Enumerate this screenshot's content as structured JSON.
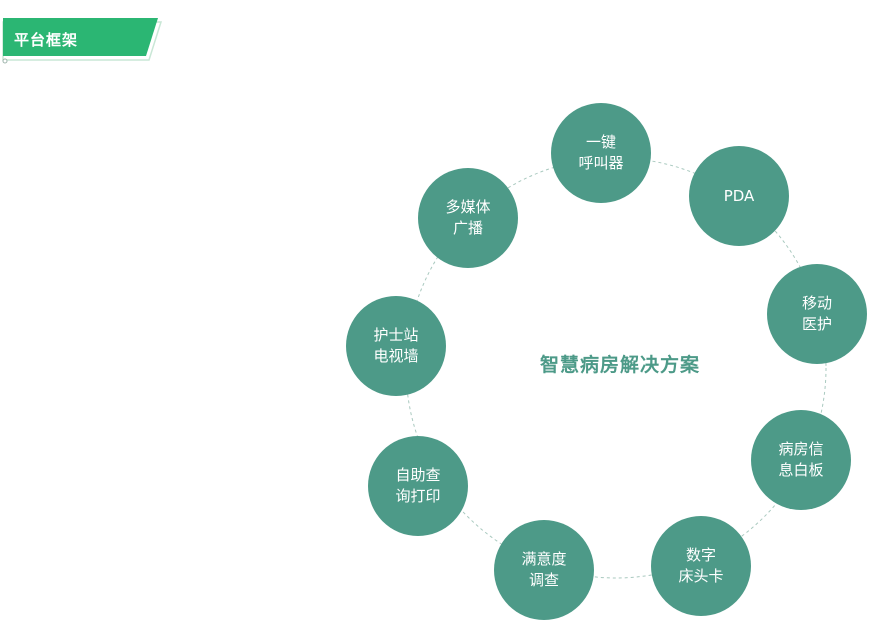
{
  "header": {
    "title": "平台框架"
  },
  "diagram": {
    "center_label": "智慧病房解决方案",
    "nodes": [
      {
        "label": "一键\n呼叫器"
      },
      {
        "label": "PDA"
      },
      {
        "label": "移动\n医护"
      },
      {
        "label": "病房信\n息白板"
      },
      {
        "label": "数字\n床头卡"
      },
      {
        "label": "满意度\n调查"
      },
      {
        "label": "自助查\n询打印"
      },
      {
        "label": "护士站\n电视墙"
      },
      {
        "label": "多媒体\n广播"
      }
    ]
  },
  "colors": {
    "banner_green": "#2bb673",
    "node_fill": "#4d9a88",
    "center_text": "#4d9a88",
    "ring_stroke": "#a9c9bf"
  }
}
